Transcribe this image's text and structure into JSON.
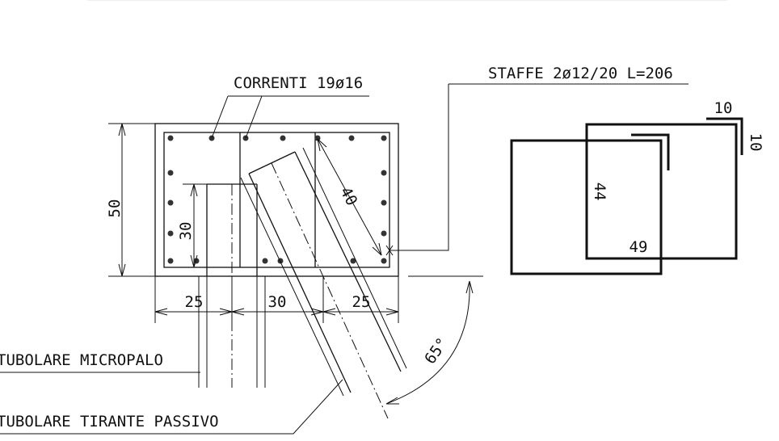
{
  "labels": {
    "correnti": "CORRENTI 19ø16",
    "staffe": "STAFFE 2ø12/20 L=206",
    "micropalo": "TUBOLARE MICROPALO",
    "tirante": "TUBOLARE TIRANTE PASSIVO"
  },
  "dimensions": {
    "height_50": "50",
    "height_30": "30",
    "diag_40": "40",
    "bottom_25_left": "25",
    "bottom_30": "30",
    "bottom_25_right": "25",
    "angle": "65°",
    "stirrup_hook_top": "10",
    "stirrup_hook_side": "10",
    "stirrup_height": "44",
    "stirrup_width": "49"
  }
}
